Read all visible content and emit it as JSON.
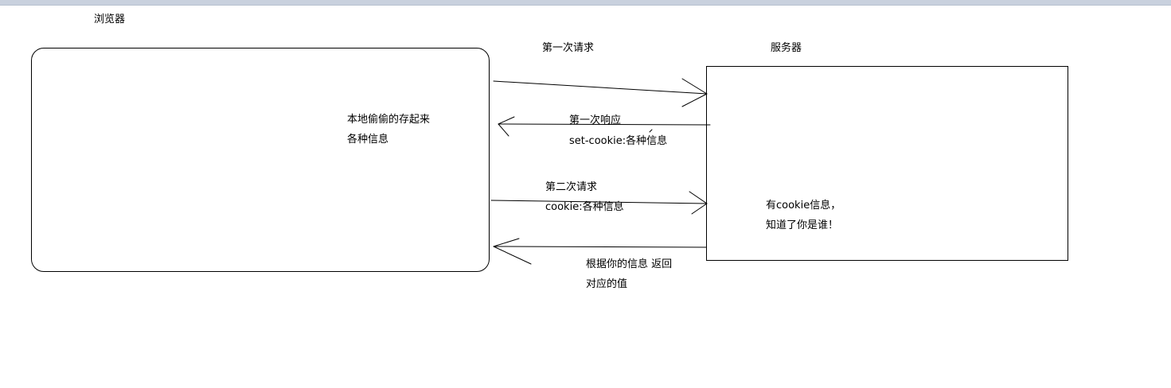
{
  "browser": {
    "title": "浏览器",
    "note_line1": "本地偷偷的存起来",
    "note_line2": "各种信息"
  },
  "server": {
    "title": "服务器",
    "note_line1": "有cookie信息，",
    "note_line2": "知道了你是谁！"
  },
  "messages": {
    "first_request": "第一次请求",
    "first_response": "第一次响应",
    "first_response_header": "set-cookie:各种信息",
    "second_request": "第二次请求",
    "second_request_header": "cookie:各种信息",
    "second_response_line1": "根据你的信息 返回",
    "second_response_line2": "对应的值"
  }
}
